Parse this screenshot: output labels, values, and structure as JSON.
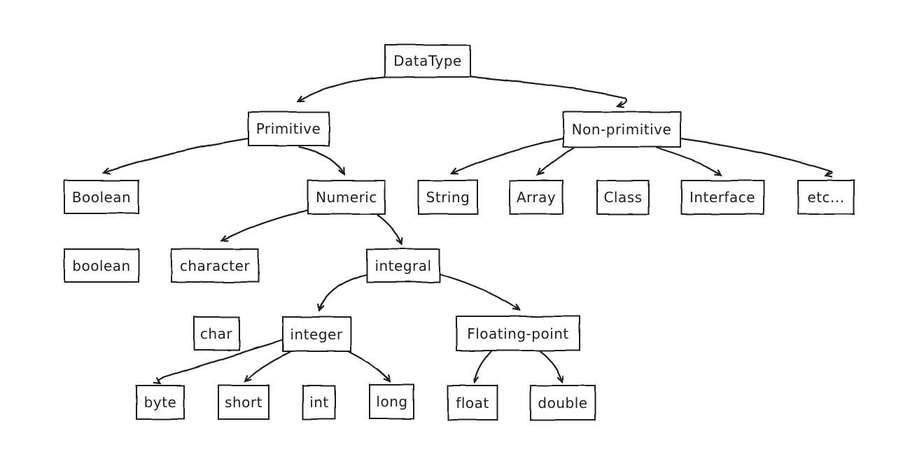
{
  "diagram": {
    "type": "tree",
    "style": "hand-drawn-sketch",
    "colors": {
      "background": "#ffffff",
      "stroke": "#1e1e1e",
      "box_fill": "#ffffff"
    },
    "nodes": {
      "datatype": {
        "label": "DataType"
      },
      "primitive": {
        "label": "Primitive"
      },
      "nonprimitive": {
        "label": "Non-primitive"
      },
      "boolean_upper": {
        "label": "Boolean"
      },
      "numeric": {
        "label": "Numeric"
      },
      "string": {
        "label": "String"
      },
      "array": {
        "label": "Array"
      },
      "class": {
        "label": "Class"
      },
      "interface": {
        "label": "Interface"
      },
      "etc": {
        "label": "etc..."
      },
      "boolean_lower": {
        "label": "boolean"
      },
      "character": {
        "label": "character"
      },
      "integral": {
        "label": "integral"
      },
      "char": {
        "label": "char"
      },
      "integer": {
        "label": "integer"
      },
      "floatingpoint": {
        "label": "Floating-point"
      },
      "byte": {
        "label": "byte"
      },
      "short": {
        "label": "short"
      },
      "int": {
        "label": "int"
      },
      "long": {
        "label": "long"
      },
      "float": {
        "label": "float"
      },
      "double": {
        "label": "double"
      }
    },
    "edges": [
      {
        "from": "DataType",
        "to": "Primitive"
      },
      {
        "from": "DataType",
        "to": "Non-primitive"
      },
      {
        "from": "Primitive",
        "to": "Boolean"
      },
      {
        "from": "Primitive",
        "to": "Numeric"
      },
      {
        "from": "Non-primitive",
        "to": "String"
      },
      {
        "from": "Non-primitive",
        "to": "Array"
      },
      {
        "from": "Non-primitive",
        "to": "Class"
      },
      {
        "from": "Non-primitive",
        "to": "Interface"
      },
      {
        "from": "Non-primitive",
        "to": "etc..."
      },
      {
        "from": "Boolean",
        "to": "boolean"
      },
      {
        "from": "Numeric",
        "to": "character"
      },
      {
        "from": "Numeric",
        "to": "integral"
      },
      {
        "from": "character",
        "to": "char"
      },
      {
        "from": "integral",
        "to": "integer"
      },
      {
        "from": "integral",
        "to": "Floating-point"
      },
      {
        "from": "integer",
        "to": "byte"
      },
      {
        "from": "integer",
        "to": "short"
      },
      {
        "from": "integer",
        "to": "int"
      },
      {
        "from": "integer",
        "to": "long"
      },
      {
        "from": "Floating-point",
        "to": "float"
      },
      {
        "from": "Floating-point",
        "to": "double"
      }
    ]
  }
}
